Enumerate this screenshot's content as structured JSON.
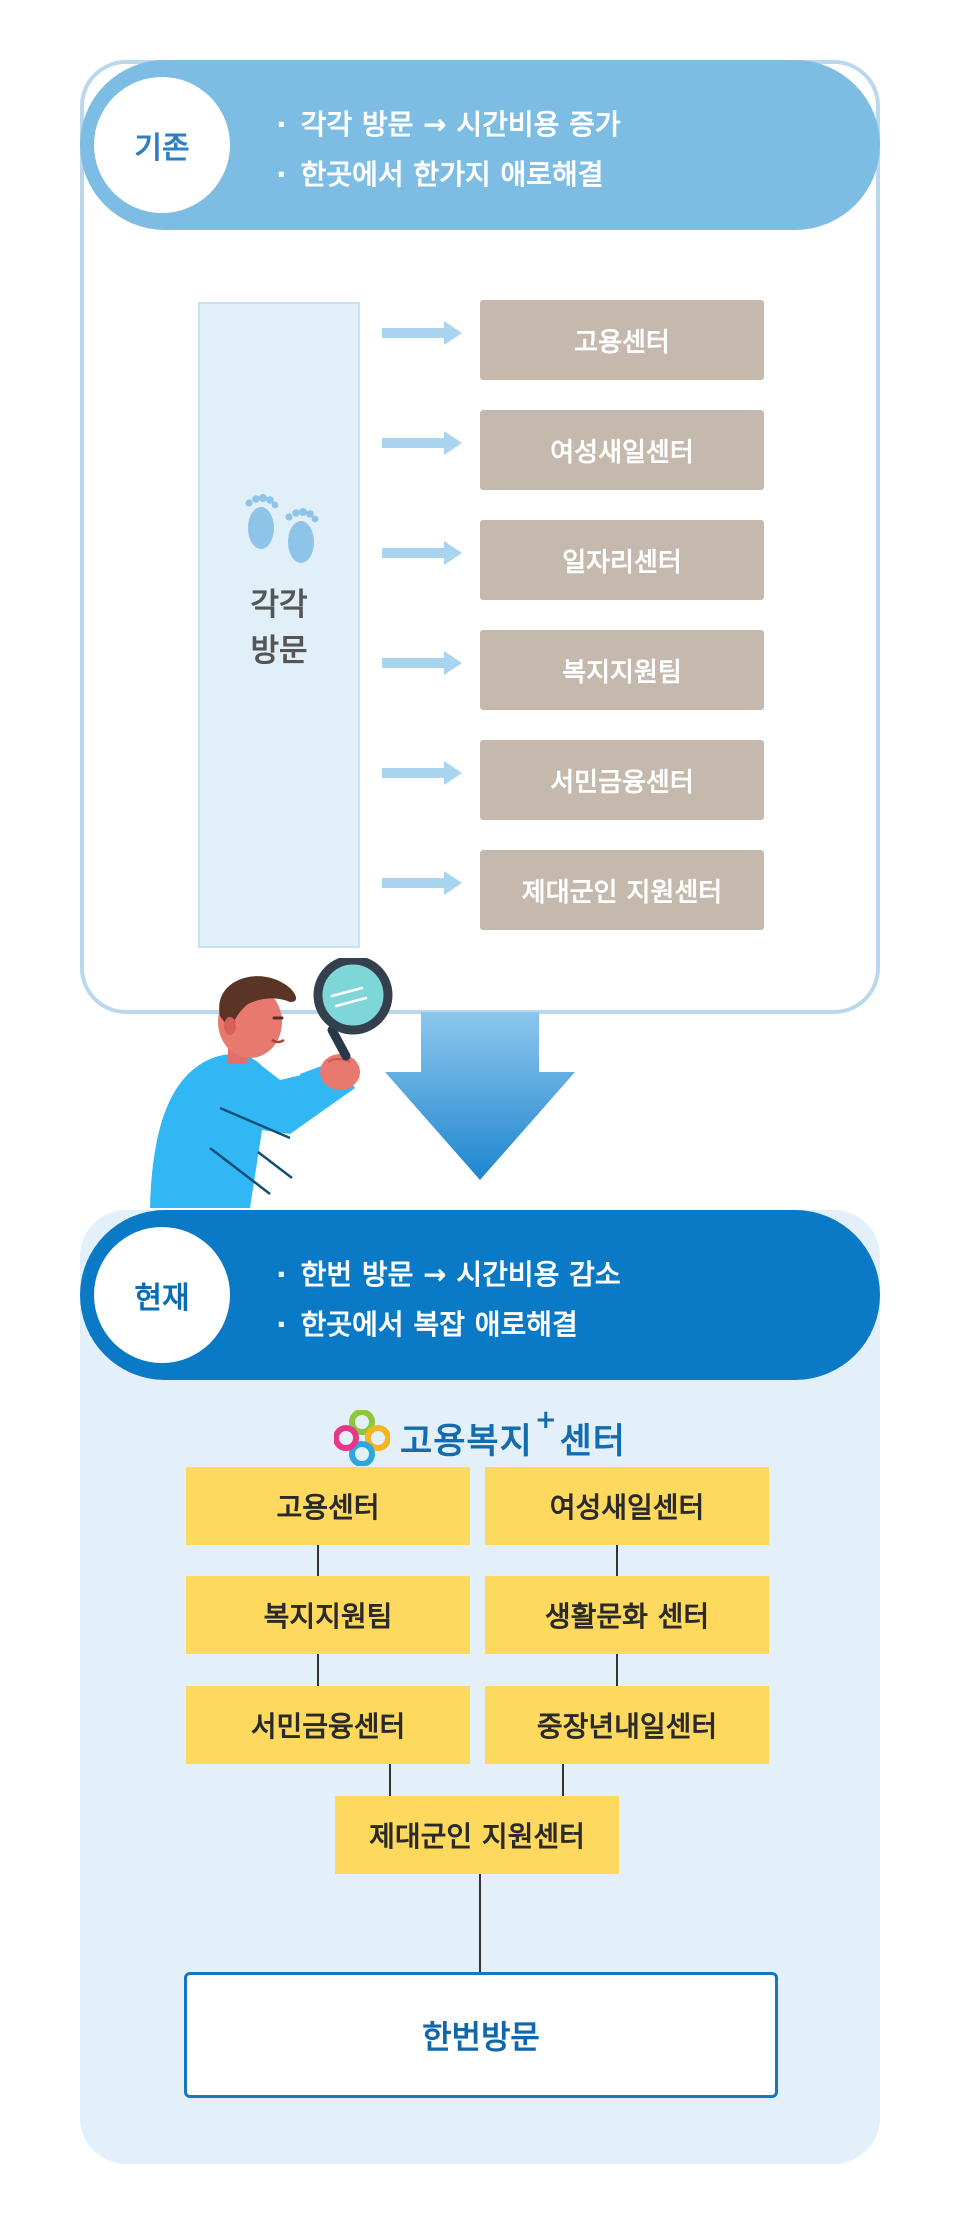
{
  "before": {
    "badge": "기존",
    "bullets": [
      "각각 방문 → 시간비용 증가",
      "한곳에서 한가지 애로해결"
    ],
    "visit_label_lines": [
      "각각",
      "방문"
    ],
    "centers": [
      "고용센터",
      "여성새일센터",
      "일자리센터",
      "복지지원팀",
      "서민금융센터",
      "제대군인 지원센터"
    ]
  },
  "now": {
    "badge": "현재",
    "bullets": [
      "한번 방문 → 시간비용 감소",
      "한곳에서 복잡 애로해결"
    ],
    "logo_text": "고용복지",
    "logo_sup": "+",
    "logo_suffix": "센터",
    "centers_left": [
      "고용센터",
      "복지지원팀",
      "서민금융센터"
    ],
    "centers_right": [
      "여성새일센터",
      "생활문화 센터",
      "중장년내일센터"
    ],
    "center_bottom": "제대군인 지원센터",
    "result": "한번방문"
  },
  "icons": [
    "footprints-icon",
    "magnifier-person-illustration",
    "down-arrow-icon",
    "logo-mark-icon"
  ],
  "colors": {
    "before_header": "#7ebde3",
    "before_border": "#b9d8ee",
    "now_header": "#0a79c6",
    "now_bg": "#e4f0f9",
    "center_box_gray": "#c5b9ae",
    "center_box_yellow": "#ffd95e",
    "arrow": "#a9d4ef"
  }
}
